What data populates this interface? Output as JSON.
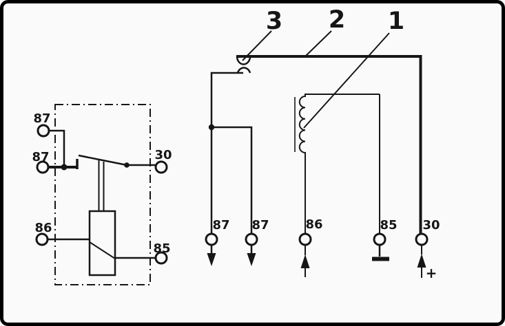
{
  "figure": {
    "colors": {
      "ink": "#161616",
      "paper": "#fafafa",
      "frame": "#000000"
    },
    "left_schematic": {
      "terminal_87_upper": "87",
      "terminal_87_lower": "87",
      "terminal_30": "30",
      "terminal_86": "86",
      "terminal_85": "85"
    },
    "right_schematic": {
      "callout_3": "3",
      "callout_2": "2",
      "callout_1": "1",
      "terminal_87_first": "87",
      "terminal_87_second": "87",
      "terminal_86": "86",
      "terminal_85": "85",
      "terminal_30": "30",
      "polarity_plus": "+"
    }
  }
}
